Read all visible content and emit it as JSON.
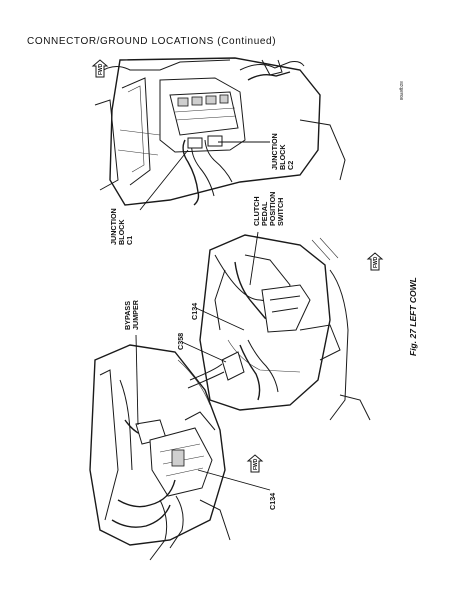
{
  "header": {
    "title": "CONNECTOR/GROUND LOCATIONS (Continued)"
  },
  "figure": {
    "id": "80a9fb28",
    "caption": "Fig. 27 LEFT COWL",
    "callouts": {
      "junction_block_c1": [
        "JUNCTION",
        "BLOCK",
        "C1"
      ],
      "junction_block_c2": [
        "JUNCTION",
        "BLOCK",
        "C2"
      ],
      "clutch_pedal_switch": [
        "CLUTCH",
        "PEDAL",
        "POSITION",
        "SWITCH"
      ],
      "bypass_jumper": [
        "BYPASS",
        "JUMPER"
      ],
      "c134_upper": "C134",
      "c358": "C358",
      "c134_lower": "C134"
    },
    "arrows": [
      "FWD",
      "FWD",
      "FWD"
    ]
  }
}
